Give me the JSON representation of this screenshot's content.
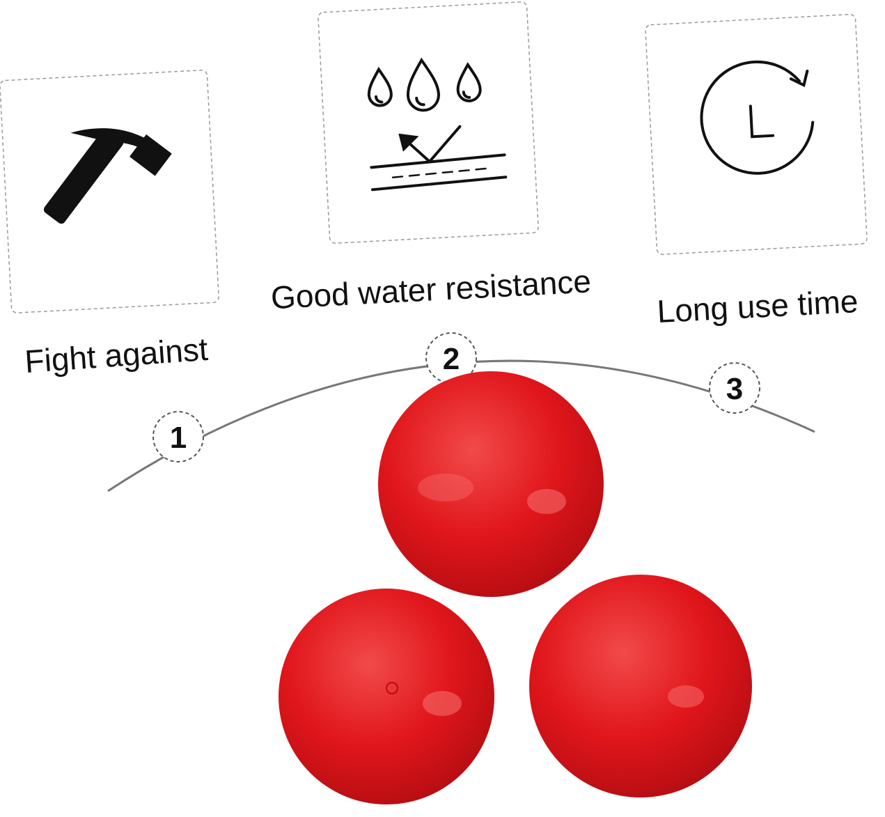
{
  "features": [
    {
      "label": "Fight against",
      "icon": "hammer-icon"
    },
    {
      "label": "Good water resistance",
      "icon": "water-drops-icon"
    },
    {
      "label": "Long use time",
      "icon": "clock-icon"
    }
  ],
  "steps": [
    "1",
    "2",
    "3"
  ],
  "colors": {
    "ball": "#e0161b",
    "ball_highlight": "#f56a6a",
    "ball_shadow": "#a80c10",
    "line": "#777777"
  }
}
